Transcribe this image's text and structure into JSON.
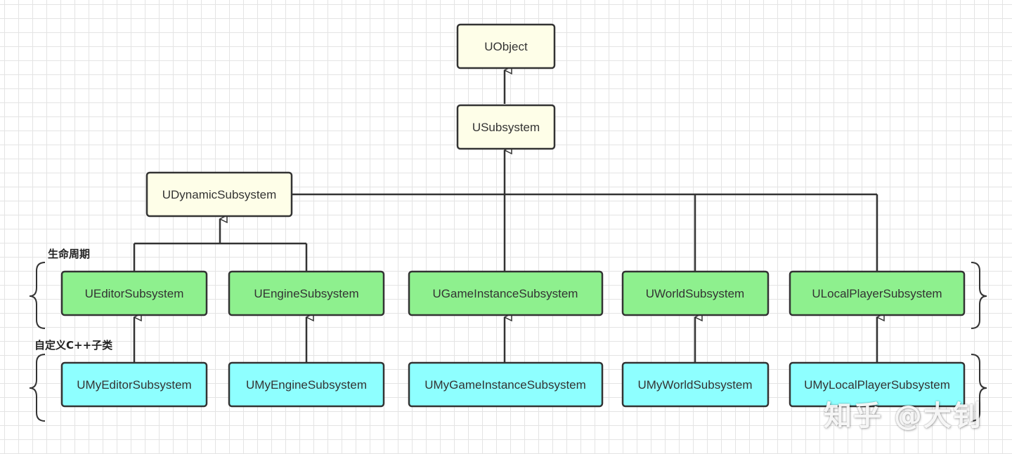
{
  "nodes": {
    "uobject": "UObject",
    "usubsystem": "USubsystem",
    "udynamic": "UDynamicSubsystem",
    "ueditor": "UEditorSubsystem",
    "uengine": "UEngineSubsystem",
    "ugameinstance": "UGameInstanceSubsystem",
    "uworld": "UWorldSubsystem",
    "ulocalplayer": "ULocalPlayerSubsystem",
    "umyeditor": "UMyEditorSubsystem",
    "umyengine": "UMyEngineSubsystem",
    "umygameinstance": "UMyGameInstanceSubsystem",
    "umyworld": "UMyWorldSubsystem",
    "umylocalplayer": "UMyLocalPlayerSubsystem"
  },
  "labels": {
    "lifecycle": "生命周期",
    "custom_subclass": "自定义C++子类"
  },
  "watermark": "知乎 @大钊",
  "colors": {
    "base_fill": "#fefee8",
    "lifecycle_fill": "#8ef08e",
    "custom_fill": "#8effff",
    "stroke": "#333333"
  }
}
